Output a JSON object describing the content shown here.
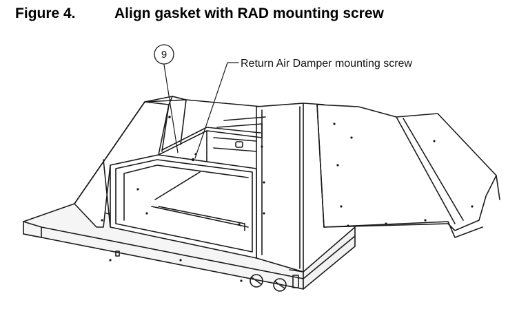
{
  "figure": {
    "label": "Figure 4.",
    "title": "Align gasket with RAD mounting screw"
  },
  "callouts": {
    "balloon_number": "9",
    "screw_label": "Return Air Damper mounting screw"
  }
}
